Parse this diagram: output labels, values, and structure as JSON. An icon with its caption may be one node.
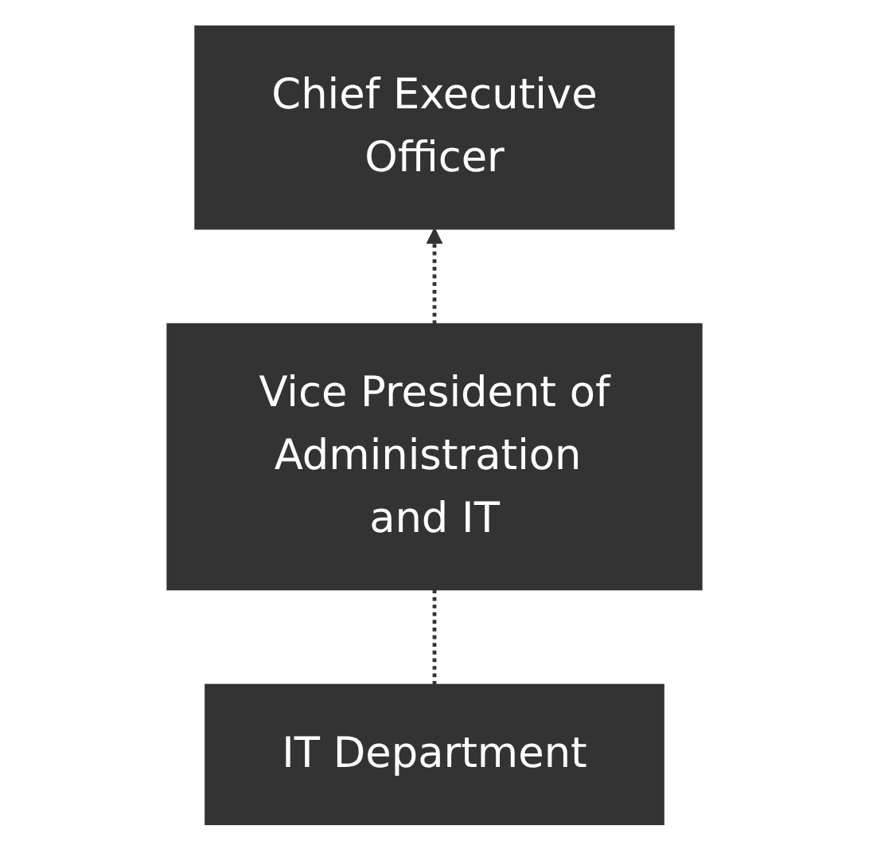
{
  "diagram": {
    "nodes": [
      {
        "text": [
          "Chief Executive Officer"
        ]
      },
      {
        "text": [
          "Vice President of Administration and IT"
        ]
      },
      {
        "text": [
          "IT Department"
        ]
      }
    ],
    "edges": [
      {
        "from": 1,
        "to": 0,
        "arrow": "to",
        "style": "dashed"
      },
      {
        "from": 2,
        "to": 1,
        "arrow": "none",
        "style": "dashed"
      }
    ]
  }
}
